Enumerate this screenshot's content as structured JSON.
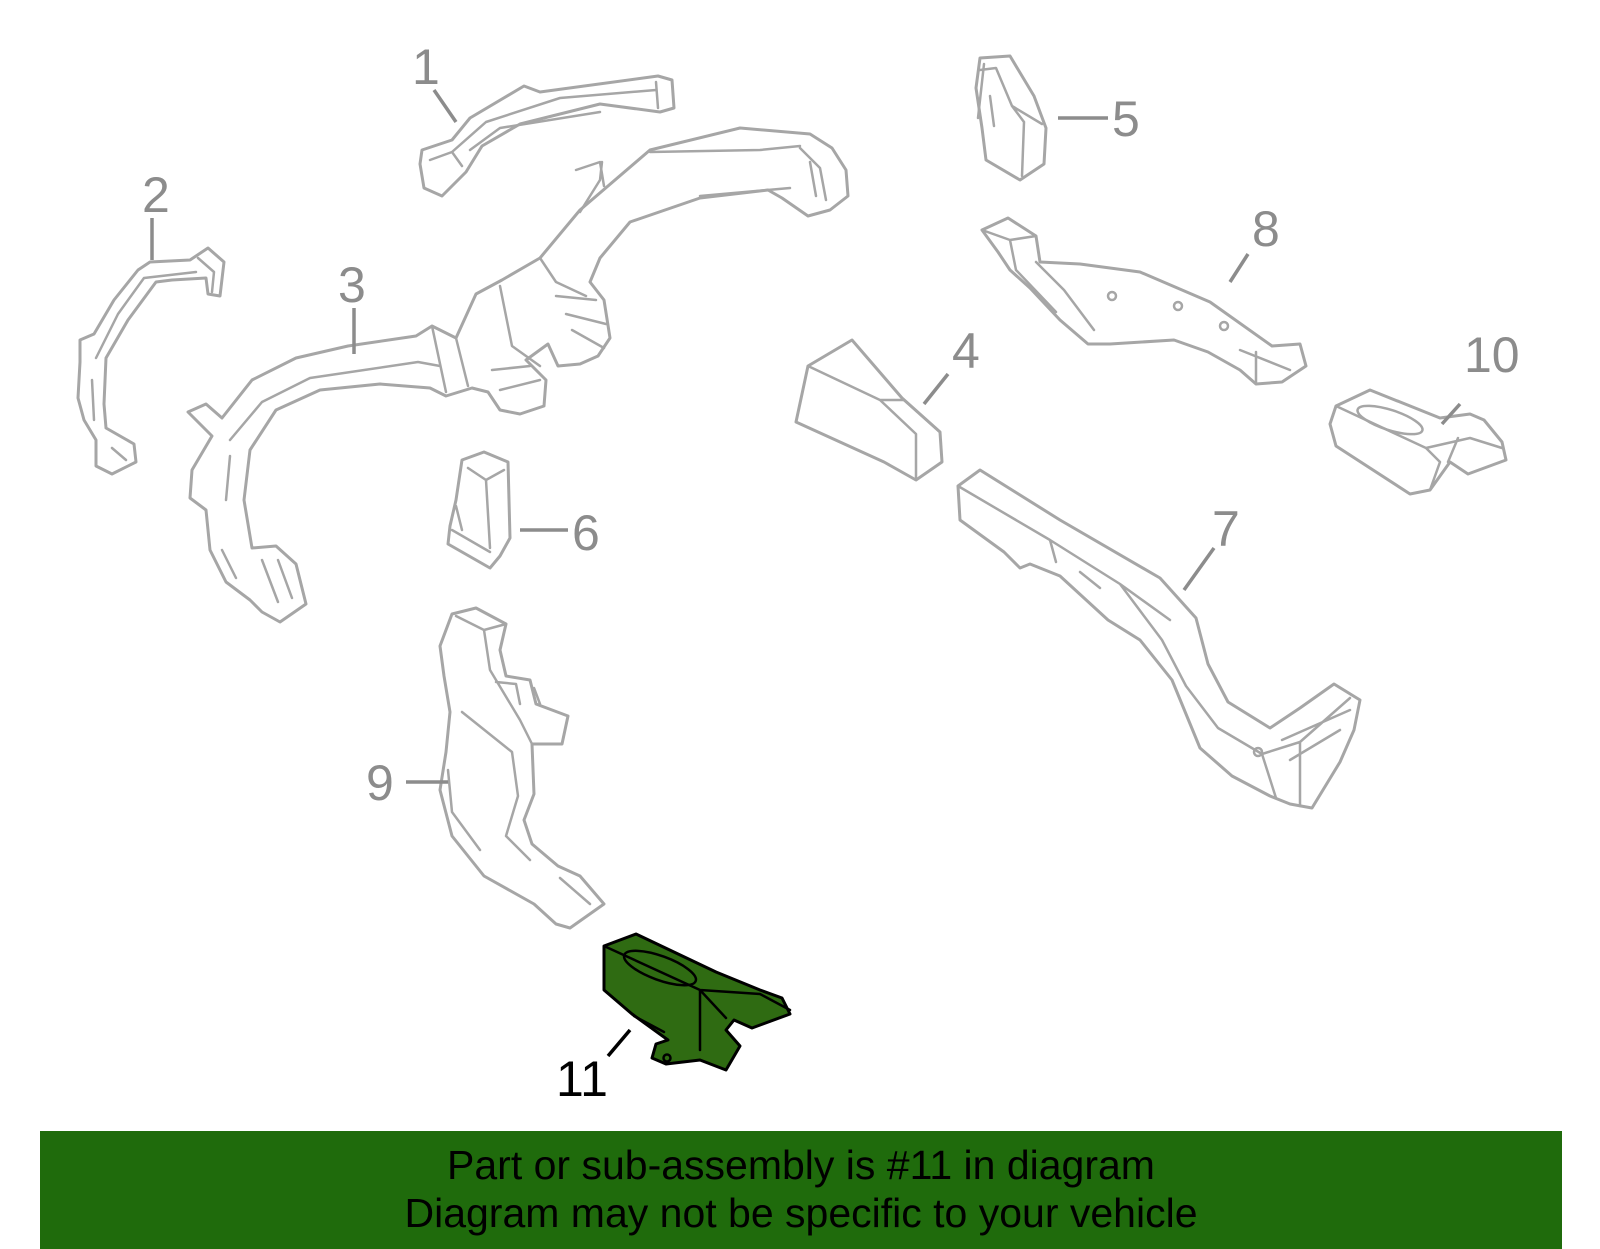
{
  "diagram": {
    "highlight_color": "#2f6b12",
    "outline_color": "#a6a6a6",
    "callouts": {
      "c1": "1",
      "c2": "2",
      "c3": "3",
      "c4": "4",
      "c5": "5",
      "c6": "6",
      "c7": "7",
      "c8": "8",
      "c9": "9",
      "c10": "10",
      "c11": "11"
    },
    "highlighted_part": "11"
  },
  "footer": {
    "background": "#1f6b0c",
    "line1": "Part or sub-assembly is #11 in diagram",
    "line2": "Diagram may not be specific to your vehicle"
  }
}
